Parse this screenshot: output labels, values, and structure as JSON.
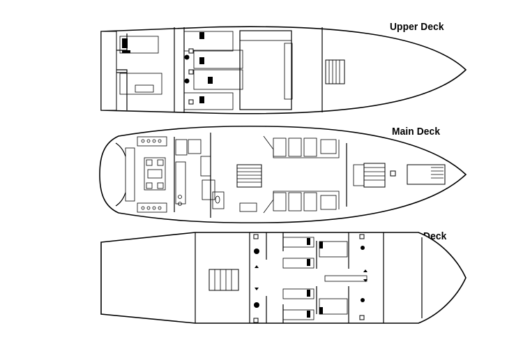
{
  "decks": {
    "upper": {
      "label": "Upper Deck"
    },
    "main": {
      "label": "Main Deck"
    },
    "lower": {
      "label": "Lower Deck"
    }
  },
  "colors": {
    "line": "#000000",
    "background": "#ffffff"
  }
}
